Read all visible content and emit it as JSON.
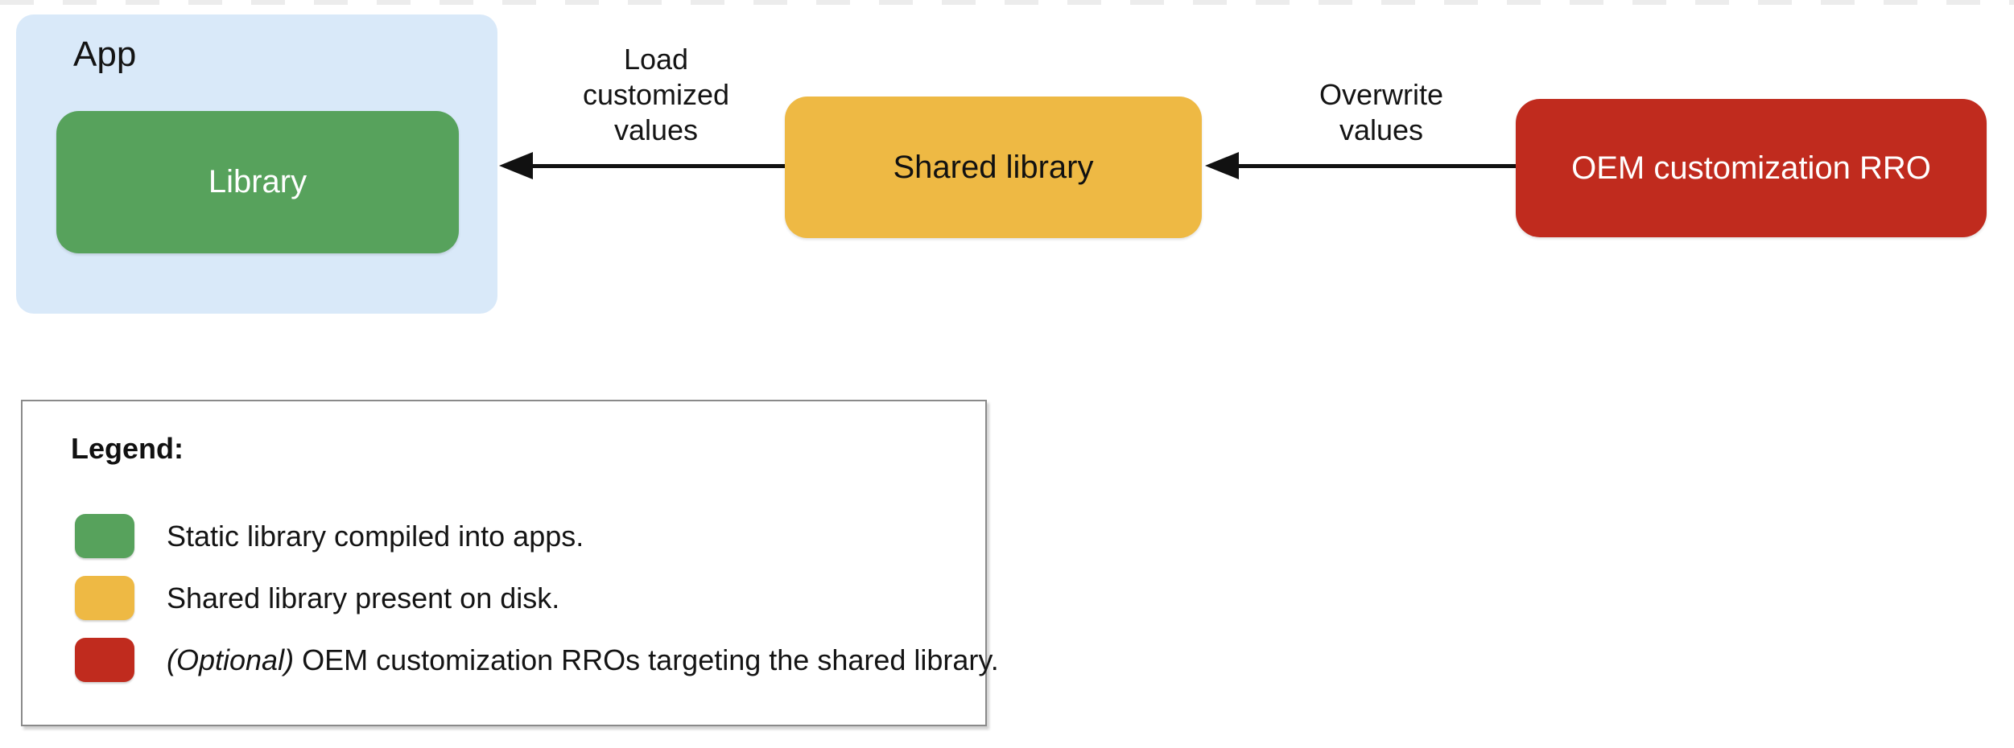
{
  "diagram": {
    "app": {
      "label": "App",
      "library_label": "Library"
    },
    "shared_library": {
      "label": "Shared library"
    },
    "oem": {
      "label": "OEM customization RRO"
    },
    "arrows": [
      {
        "label": "Load\ncustomized\nvalues",
        "direction": "shared-library-to-app"
      },
      {
        "label": "Overwrite\nvalues",
        "direction": "oem-rro-to-shared-library"
      }
    ]
  },
  "legend": {
    "title": "Legend:",
    "items": [
      {
        "color": "#57a25c",
        "prefix": "",
        "text": "Static library compiled into apps."
      },
      {
        "color": "#eeb944",
        "prefix": "",
        "text": "Shared library present on disk."
      },
      {
        "color": "#c02b1e",
        "prefix": "(Optional)",
        "text": " OEM customization RROs targeting the shared library."
      }
    ]
  },
  "colors": {
    "app_background": "#d9e9f9",
    "static_library": "#57a25c",
    "shared_library": "#eeb944",
    "oem_rro": "#c02b1e",
    "arrow": "#111111",
    "legend_border": "#8a8a8a",
    "top_dashes": "#ececec"
  }
}
